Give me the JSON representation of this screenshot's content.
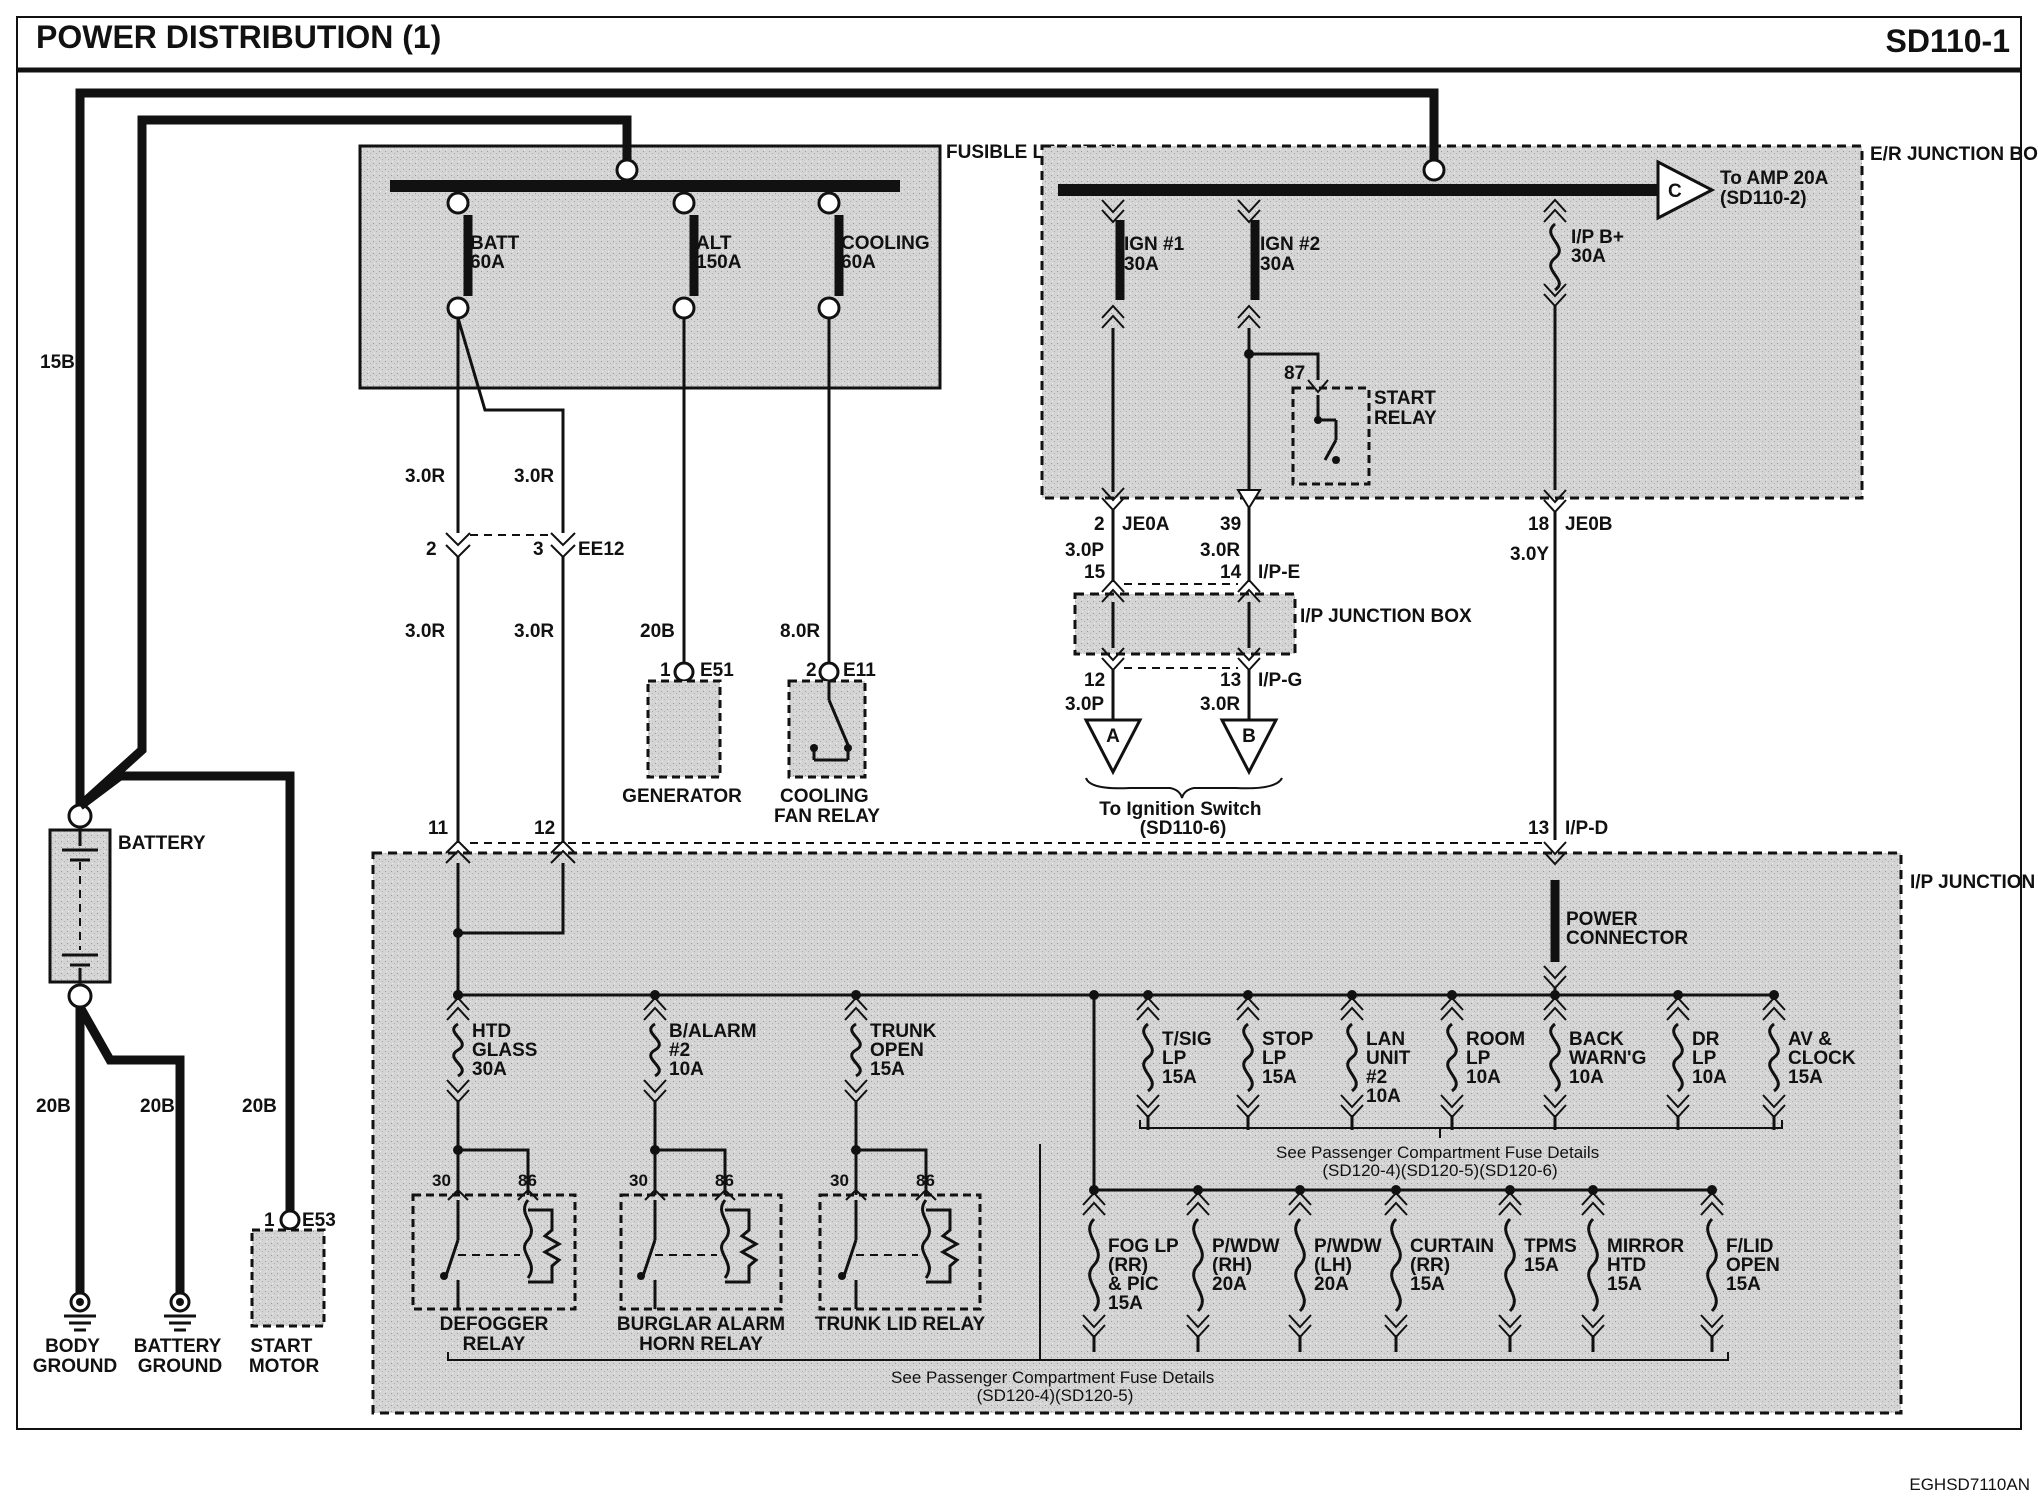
{
  "header": {
    "title": "POWER DISTRIBUTION (1)",
    "code": "SD110-1"
  },
  "footer": {
    "drawing_id": "EGHSD7110AN"
  },
  "boxes": {
    "fusible_link_box": "FUSIBLE LINK BOX",
    "er_junction_box": "E/R JUNCTION BOX",
    "ip_junction_box_small": "I/P JUNCTION BOX",
    "ip_junction_box_main": "I/P JUNCTION BOX"
  },
  "fusible_links": [
    {
      "name": "BATT",
      "rating": "60A"
    },
    {
      "name": "ALT",
      "rating": "150A"
    },
    {
      "name": "COOLING",
      "rating": "60A"
    }
  ],
  "er_fuses": [
    {
      "name": "IGN #1",
      "rating": "30A"
    },
    {
      "name": "IGN #2",
      "rating": "30A"
    },
    {
      "name": "I/P B+",
      "rating": "30A"
    }
  ],
  "start_relay": {
    "label": "START RELAY",
    "pin": "87"
  },
  "amp_ref": {
    "letter": "C",
    "text1": "To AMP 20A",
    "text2": "(SD110-2)"
  },
  "wires": {
    "w15b": "15B",
    "w30r_a": "3.0R",
    "w30r_b": "3.0R",
    "w30r_c": "3.0R",
    "w30r_d": "3.0R",
    "w20b_gen": "20B",
    "w80r": "8.0R",
    "w30p_a": "3.0P",
    "w30r_e": "3.0R",
    "w30y": "3.0Y",
    "w30p_b": "3.0P",
    "w30r_f": "3.0R",
    "w20b_a": "20B",
    "w20b_b": "20B",
    "w20b_c": "20B"
  },
  "connectors": {
    "ee12": "EE12",
    "ee12_pin2": "2",
    "ee12_pin3": "3",
    "je0a": "JE0A",
    "je0a_pin": "2",
    "je0a_pin39": "39",
    "je0b": "JE0B",
    "je0b_pin": "18",
    "ipe": "I/P-E",
    "ipe_pin15": "15",
    "ipe_pin14": "14",
    "ipg": "I/P-G",
    "ipg_pin12": "12",
    "ipg_pin13": "13",
    "ipd": "I/P-D",
    "ipd_pin": "13",
    "ip_pin11": "11",
    "ip_pin12": "12",
    "e51": "E51",
    "e51_pin": "1",
    "e11": "E11",
    "e11_pin": "2",
    "e53": "E53",
    "e53_pin": "1"
  },
  "components": {
    "generator": "GENERATOR",
    "cooling_fan_relay": [
      "COOLING",
      "FAN RELAY"
    ],
    "battery": "BATTERY",
    "body_ground": [
      "BODY",
      "GROUND"
    ],
    "battery_ground": [
      "BATTERY",
      "GROUND"
    ],
    "start_motor": [
      "START",
      "MOTOR"
    ],
    "power_connector": [
      "POWER",
      "CONNECTOR"
    ]
  },
  "ign_switch": {
    "a": "A",
    "b": "B",
    "text1": "To Ignition Switch",
    "text2": "(SD110-6)"
  },
  "relays": [
    {
      "name": [
        "DEFOGGER",
        "RELAY"
      ],
      "pin30": "30",
      "pin86": "86"
    },
    {
      "name": [
        "BURGLAR ALARM",
        "HORN RELAY"
      ],
      "pin30": "30",
      "pin86": "86"
    },
    {
      "name": [
        "TRUNK LID RELAY"
      ],
      "pin30": "30",
      "pin86": "86"
    }
  ],
  "relay_fuses": [
    {
      "lines": [
        "HTD",
        "GLASS",
        "30A"
      ]
    },
    {
      "lines": [
        "B/ALARM",
        "#2",
        "10A"
      ]
    },
    {
      "lines": [
        "TRUNK",
        "OPEN",
        "15A"
      ]
    }
  ],
  "upper_fuses": [
    {
      "lines": [
        "T/SIG",
        "LP",
        "15A"
      ]
    },
    {
      "lines": [
        "STOP",
        "LP",
        "15A"
      ]
    },
    {
      "lines": [
        "LAN",
        "UNIT",
        "#2",
        "10A"
      ]
    },
    {
      "lines": [
        "ROOM",
        "LP",
        "10A"
      ]
    },
    {
      "lines": [
        "BACK",
        "WARN'G",
        "10A"
      ]
    },
    {
      "lines": [
        "DR",
        "LP",
        "10A"
      ]
    },
    {
      "lines": [
        "AV &",
        "CLOCK",
        "15A"
      ]
    }
  ],
  "lower_fuses": [
    {
      "lines": [
        "FOG LP",
        "(RR)",
        "& PIC",
        "15A"
      ]
    },
    {
      "lines": [
        "P/WDW",
        "(RH)",
        "20A"
      ]
    },
    {
      "lines": [
        "P/WDW",
        "(LH)",
        "20A"
      ]
    },
    {
      "lines": [
        "CURTAIN",
        "(RR)",
        "15A"
      ]
    },
    {
      "lines": [
        "TPMS",
        "15A"
      ]
    },
    {
      "lines": [
        "MIRROR",
        "HTD",
        "15A"
      ]
    },
    {
      "lines": [
        "F/LID",
        "OPEN",
        "15A"
      ]
    }
  ],
  "notes": {
    "upper_see1": "See Passenger Compartment Fuse Details",
    "upper_see2": "(SD120-4)(SD120-5)(SD120-6)",
    "lower_see1": "See Passenger Compartment Fuse Details",
    "lower_see2": "(SD120-4)(SD120-5)"
  }
}
